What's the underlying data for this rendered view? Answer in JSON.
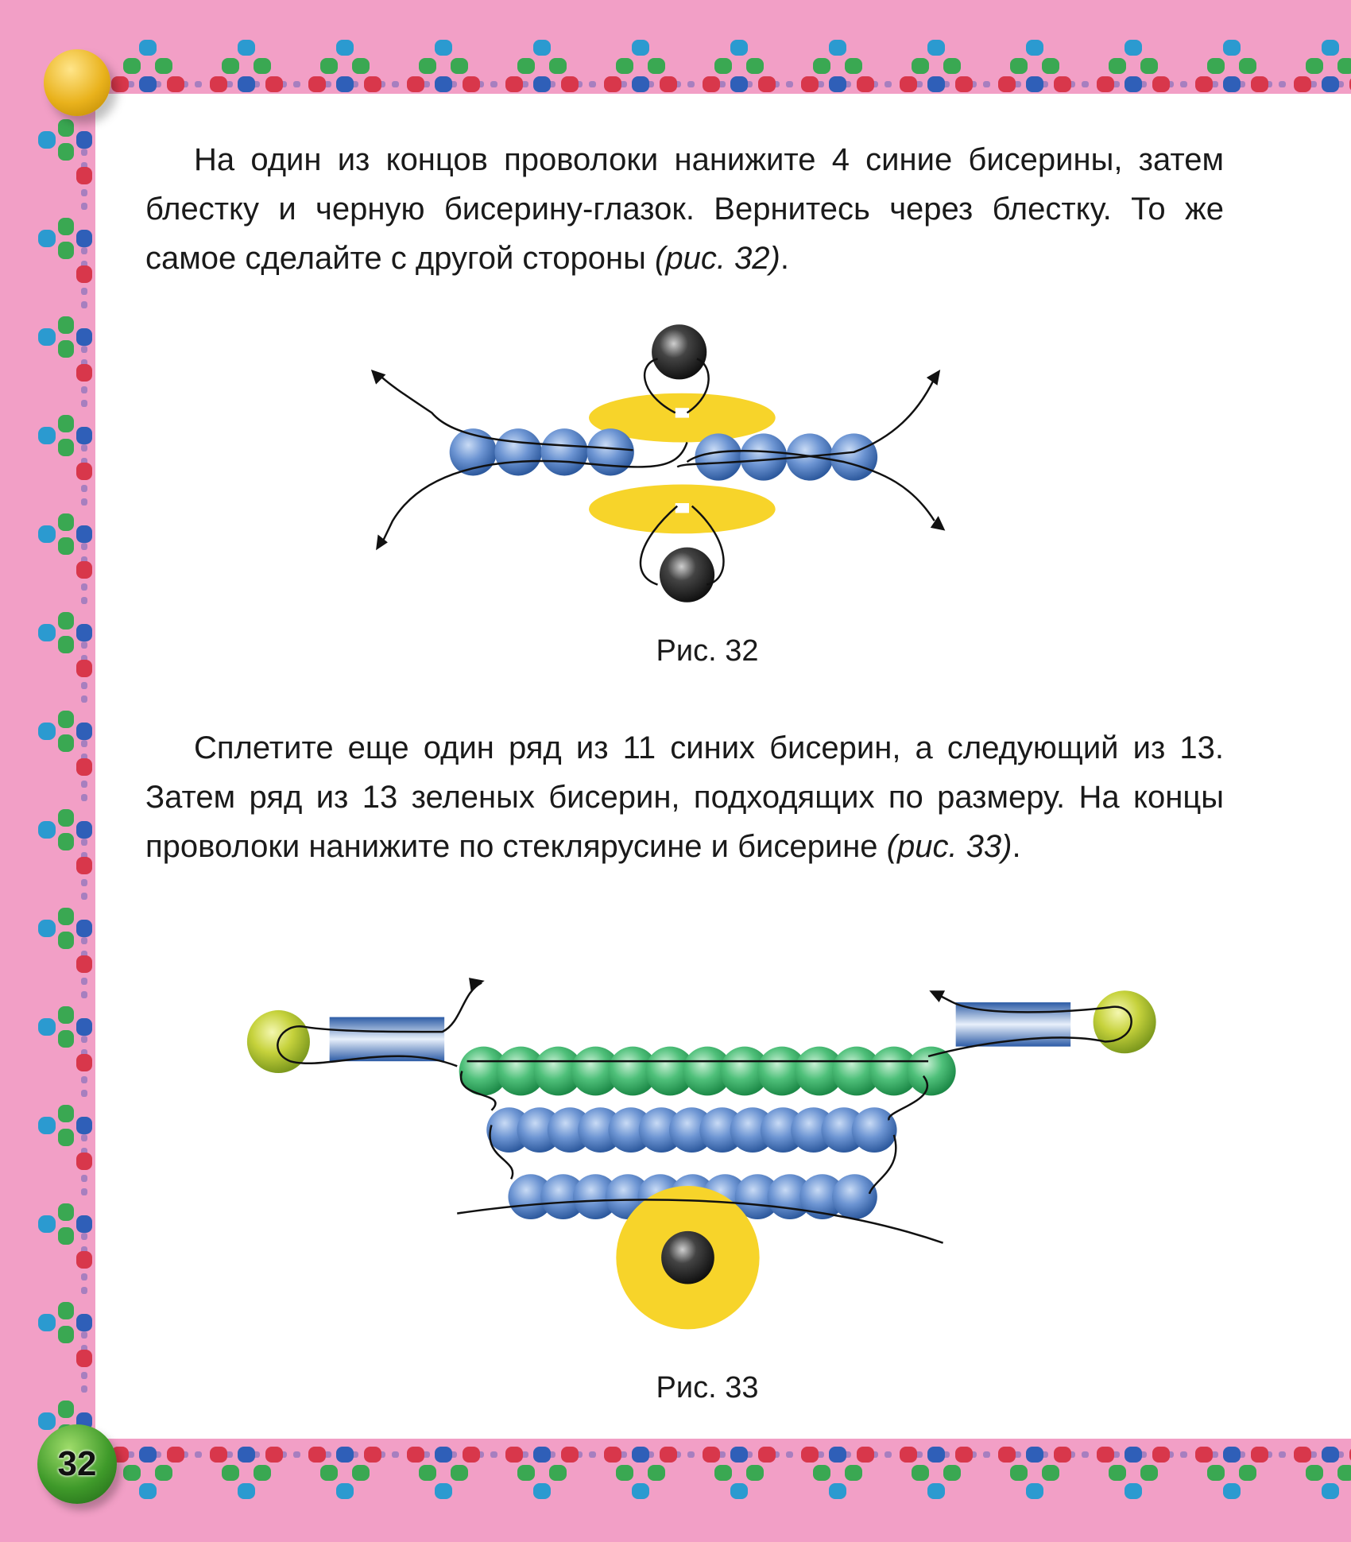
{
  "paragraph1": {
    "text": "На один из концов проволоки нанижите 4 синие бисерины, затем блестку и черную бисерину-глазок. Вернитесь через блестку. То же самое сделайте с другой стороны ",
    "ref": "(рис. 32)",
    "end": "."
  },
  "figure32": {
    "caption": "Рис. 32"
  },
  "paragraph2": {
    "text": "Сплетите еще один ряд из 11 синих  бисерин, а следующий из 13. Затем ряд из 13 зеленых бисерин, подходящих по размеру. На концы проволоки нанижите по стеклярусине и бисерине ",
    "ref": "(рис. 33)",
    "end": "."
  },
  "figure33": {
    "caption": "Рис. 33"
  },
  "page_number": "32",
  "colors": {
    "background": "#f29fc6",
    "blue_bead": "#4f7fc4",
    "green_bead": "#35b56a",
    "sequin": "#f7d42a"
  }
}
